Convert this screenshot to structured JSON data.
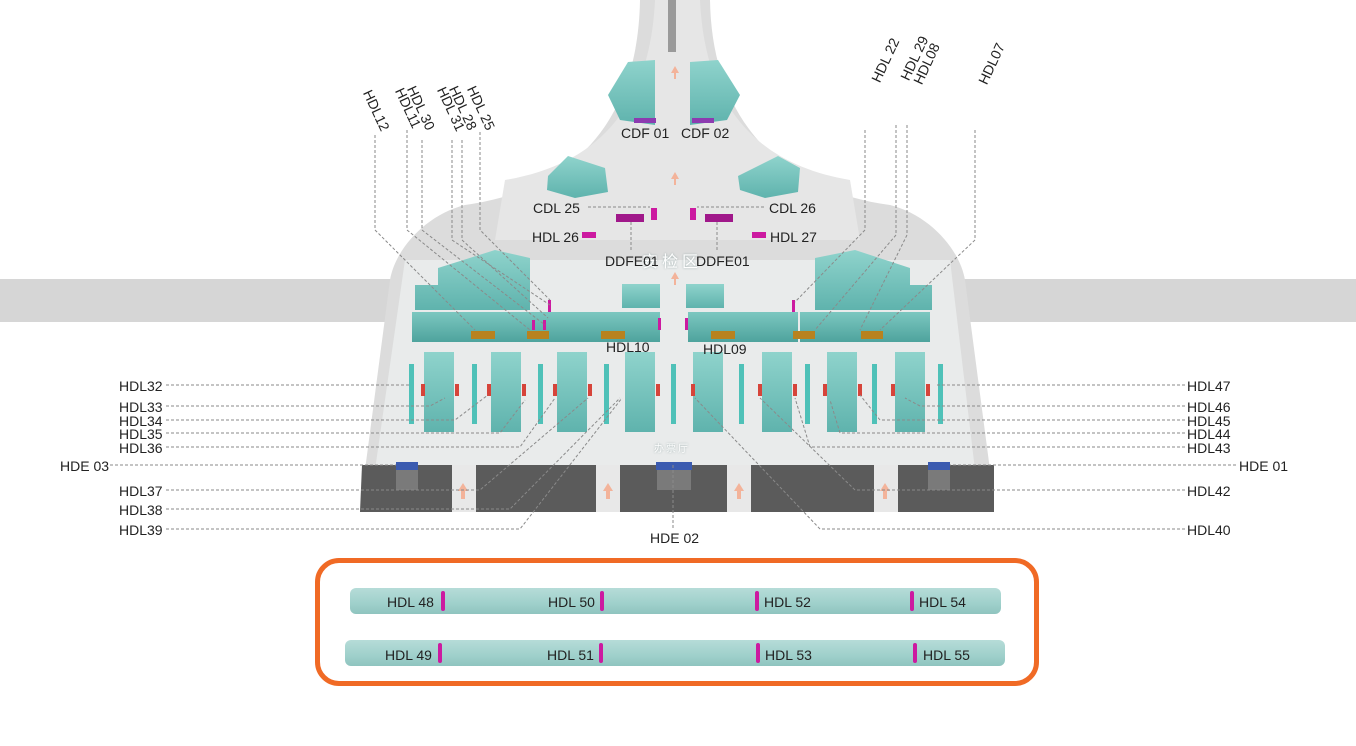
{
  "zones": {
    "security_area": "安检区",
    "ticket_hall": "办票厅"
  },
  "counters": {
    "top": [
      "CDF 01",
      "CDF 02"
    ],
    "mid": [
      "CDL 25",
      "CDL 26",
      "HDL 26",
      "HDL 27",
      "DDFE01",
      "DDFE01"
    ],
    "center": [
      "HDL10",
      "HDL09"
    ],
    "rotated_left": [
      "HDL12",
      "HDL11",
      "HDL 30",
      "HDL 31",
      "HDL 28",
      "HDL 25"
    ],
    "rotated_right": [
      "HDL 22",
      "HDL 29",
      "HDL08",
      "HDL07"
    ],
    "left": [
      "HDL32",
      "HDL33",
      "HDL34",
      "HDL35",
      "HDL36",
      "HDE 03",
      "HDL37",
      "HDL38",
      "HDL39"
    ],
    "right": [
      "HDL47",
      "HDL46",
      "HDL45",
      "HDL44",
      "HDL43",
      "HDE 01",
      "HDL42",
      "HDL40"
    ],
    "bottom": "HDE 02"
  },
  "highlight_panel": {
    "row1": [
      "HDL 48",
      "HDL 50",
      "HDL 52",
      "HDL 54"
    ],
    "row2": [
      "HDL 49",
      "HDL 51",
      "HDL 53",
      "HDL 55"
    ]
  },
  "colors": {
    "highlight_border": "#f06a25",
    "counter_magenta": "#cc1aa0",
    "island_teal": "#6cbcb6",
    "road_gray": "#d8d8d8",
    "dark_zone": "#5e5e5e"
  }
}
